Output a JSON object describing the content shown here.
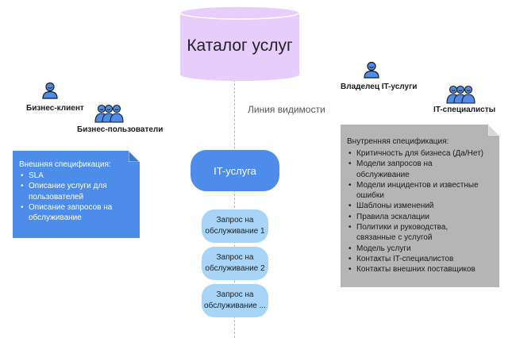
{
  "catalog": {
    "label": "Каталог услуг",
    "color": "#e6cdfc"
  },
  "visibility_line": {
    "label": "Линия видимости"
  },
  "it_service": {
    "label": "IT-услуга",
    "color": "#4d8ce8"
  },
  "requests": [
    {
      "line1": "Запрос на",
      "line2": "обслуживание 1"
    },
    {
      "line1": "Запрос на",
      "line2": "обслуживание 2"
    },
    {
      "line1": "Запрос на",
      "line2": "обслуживание ..."
    }
  ],
  "actors": {
    "business_client": {
      "label": "Бизнес-клиент",
      "icon": "person-icon"
    },
    "business_users": {
      "label": "Бизнес-пользователи",
      "icon": "people-group-icon"
    },
    "service_owner": {
      "label": "Владелец IT-услуги",
      "icon": "person-icon"
    },
    "it_specialists": {
      "label": "IT-специалисты",
      "icon": "people-group-icon"
    }
  },
  "external_spec": {
    "title": "Внешняя спецификация:",
    "items": [
      [
        "SLA"
      ],
      [
        "Описание услуги для",
        "пользователей"
      ],
      [
        "Описание запросов на",
        "обслуживание"
      ]
    ],
    "color": "#4d8ce8"
  },
  "internal_spec": {
    "title": "Внутренняя спецификация:",
    "items": [
      [
        "Критичность для бизнеса (Да/Нет)"
      ],
      [
        "Модели запросов на",
        "обслуживание"
      ],
      [
        "Модели инцидентов и известные",
        "ошибки"
      ],
      [
        "Шаблоны изменений"
      ],
      [
        "Правила эскалации"
      ],
      [
        "Политики и руководства,",
        "связанные с услугой"
      ],
      [
        "Модель услуги"
      ],
      [
        "Контакты IT-специалистов"
      ],
      [
        "Контакты внешних поставщиков"
      ]
    ],
    "color": "#b5b5b5"
  },
  "icon_color": "#4d8ce8"
}
